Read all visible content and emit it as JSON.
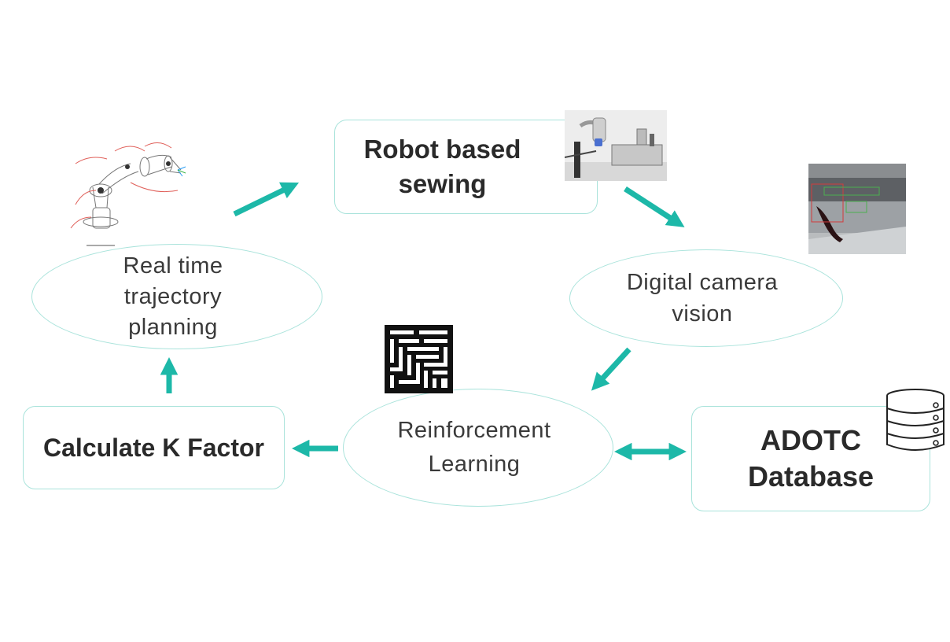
{
  "nodes": {
    "robot_sewing": {
      "label": "Robot based\nsewing"
    },
    "camera_vision": {
      "label": "Digital camera\nvision"
    },
    "reinforcement_learning": {
      "label": "Reinforcement\nLearning"
    },
    "adotc_database": {
      "label": "ADOTC\nDatabase"
    },
    "k_factor": {
      "label": "Calculate K Factor"
    },
    "trajectory_planning": {
      "label": "Real time\ntrajectory\nplanning"
    }
  },
  "colors": {
    "arrow": "#1db8a8",
    "node_border": "#a9e3db"
  },
  "icons": {
    "robot_arm": "robot-arm-kinematics-sketch",
    "sewing_photo": "robot-sewing-machine-photo",
    "camera_photo": "camera-vision-frame-photo",
    "maze": "maze-icon",
    "database": "database-icon"
  }
}
